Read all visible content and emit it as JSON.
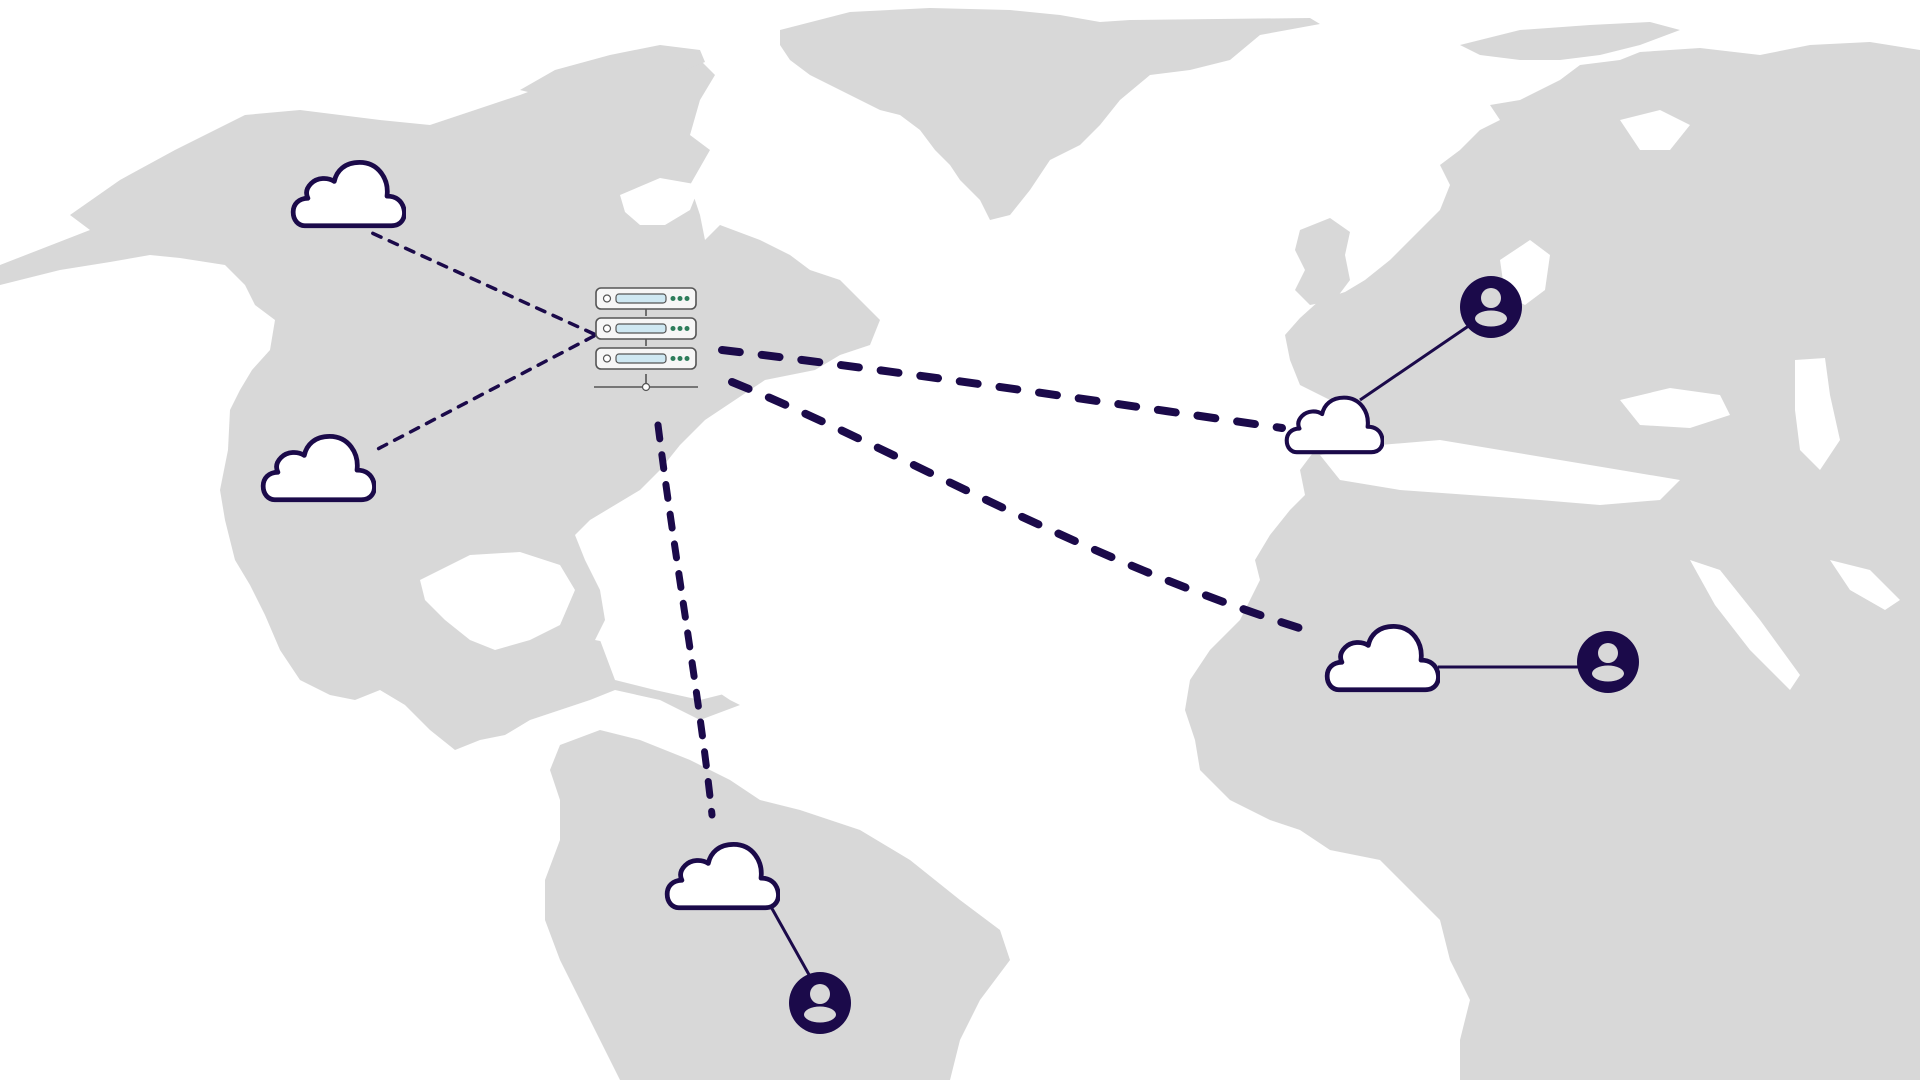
{
  "diagram": {
    "kind": "network-map",
    "colors": {
      "land": "#d8d8d8",
      "background": "#ffffff",
      "accent": "#1b0a4a",
      "server_bar": "#cfe8f2",
      "server_led": "#2e7d5b"
    },
    "nodes": [
      {
        "id": "server",
        "type": "server-rack-icon"
      },
      {
        "id": "cloud-northwest",
        "type": "cloud-icon"
      },
      {
        "id": "cloud-west",
        "type": "cloud-icon"
      },
      {
        "id": "cloud-south-america",
        "type": "cloud-icon"
      },
      {
        "id": "cloud-europe",
        "type": "cloud-icon"
      },
      {
        "id": "cloud-africa",
        "type": "cloud-icon"
      },
      {
        "id": "user-south-america",
        "type": "user-icon"
      },
      {
        "id": "user-europe",
        "type": "user-icon"
      },
      {
        "id": "user-africa",
        "type": "user-icon"
      }
    ],
    "edges": [
      {
        "from": "server",
        "to": "cloud-northwest",
        "style": "dashed"
      },
      {
        "from": "server",
        "to": "cloud-west",
        "style": "dashed"
      },
      {
        "from": "server",
        "to": "cloud-south-america",
        "style": "dashed-bold"
      },
      {
        "from": "server",
        "to": "cloud-europe",
        "style": "dashed-bold"
      },
      {
        "from": "server",
        "to": "cloud-africa",
        "style": "dashed-bold"
      },
      {
        "from": "cloud-south-america",
        "to": "user-south-america",
        "style": "solid"
      },
      {
        "from": "cloud-europe",
        "to": "user-europe",
        "style": "solid"
      },
      {
        "from": "cloud-africa",
        "to": "user-africa",
        "style": "solid"
      }
    ]
  }
}
